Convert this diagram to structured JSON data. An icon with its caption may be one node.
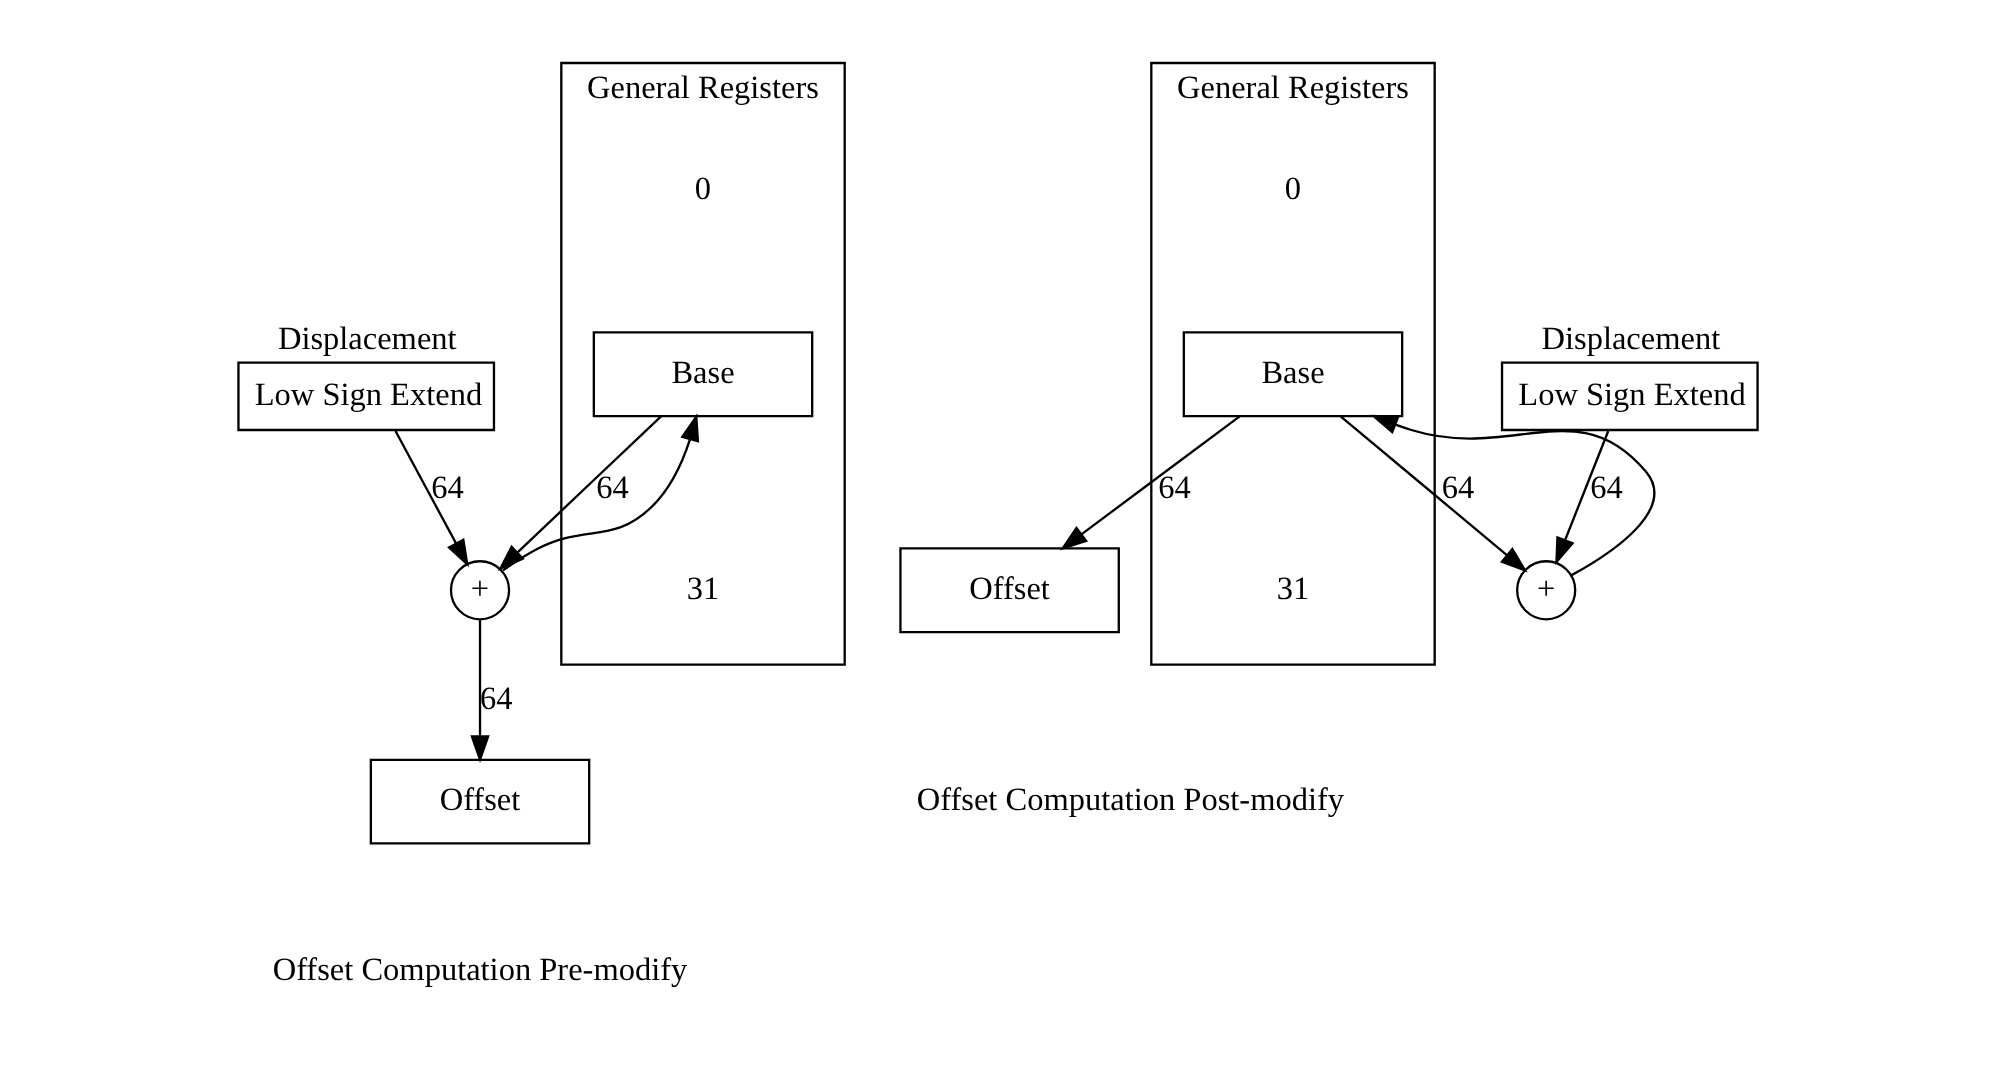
{
  "diagram": {
    "nodes": [
      {
        "text": [
          "General Registers"
        ],
        "beside": [
          "0",
          "31"
        ]
      },
      {
        "text": [
          "Base"
        ],
        "in": 0
      },
      {
        "text": [
          "Displacement",
          "Low Sign Extend"
        ]
      },
      {
        "text": [
          "+"
        ]
      },
      {
        "text": [
          "Offset"
        ]
      },
      {
        "text": [
          "General Registers"
        ],
        "beside": [
          "0",
          "31"
        ]
      },
      {
        "text": [
          "Base"
        ],
        "in": 5
      },
      {
        "text": [
          "Displacement",
          "Low Sign Extend"
        ]
      },
      {
        "text": [
          "+"
        ]
      },
      {
        "text": [
          "Offset"
        ]
      }
    ],
    "edges": [
      {
        "from": 1,
        "to": 3,
        "arrow": "to",
        "label": "64"
      },
      {
        "from": 2,
        "to": 3,
        "arrow": "to",
        "label": "64"
      },
      {
        "from": 3,
        "to": 4,
        "arrow": "to",
        "label": "64"
      },
      {
        "from": 3,
        "to": 1,
        "arrow": "to"
      },
      {
        "from": 6,
        "to": 8,
        "arrow": "to",
        "label": "64"
      },
      {
        "from": 6,
        "to": 9,
        "arrow": "to",
        "label": "64"
      },
      {
        "from": 7,
        "to": 8,
        "arrow": "to",
        "label": "64"
      },
      {
        "from": 8,
        "to": 6,
        "arrow": "to"
      }
    ],
    "labels": [
      "Offset Computation Pre-modify",
      "Offset Computation Post-modify"
    ]
  }
}
